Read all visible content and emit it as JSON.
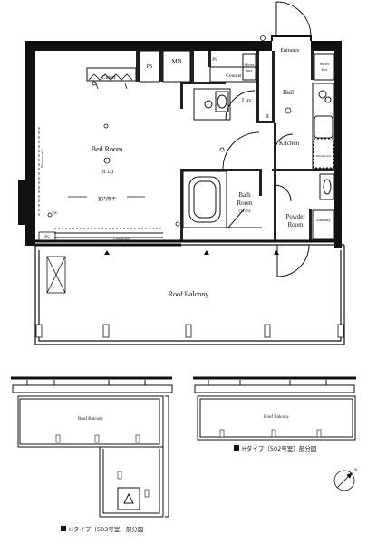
{
  "rooms": {
    "bed_room": "Bed Room",
    "bed_room_area": "(8.1J)",
    "kitchen": "Kitchen",
    "hall": "Hall",
    "lav": "Lav.",
    "bath_room_1": "Bath",
    "bath_room_2": "Room",
    "bath_room_area": "(1116)",
    "powder_room_1": "Powder",
    "powder_room_2": "Room",
    "entrance": "Entrance",
    "roof_balcony": "Roof Balcony"
  },
  "fixtures": {
    "closet": "Closet",
    "mb": "MB",
    "ps": "PS",
    "counter": "Counter",
    "shoes_box_1": "Shoes",
    "shoes_box_2": "box",
    "picture_rail": "Picture rail",
    "curtain_box": "Curtain box",
    "laundry": "Laundry",
    "refrigerator": "Refrigerator",
    "ac": "AC",
    "indoor_dryer": "室内物干"
  },
  "captions": {
    "type_502": "Hタイプ（502号室）部分図",
    "type_503": "Hタイプ（503号室）部分図",
    "roof_balcony_small": "Roof Balcony"
  },
  "legend": {
    "north_mark": "N"
  }
}
